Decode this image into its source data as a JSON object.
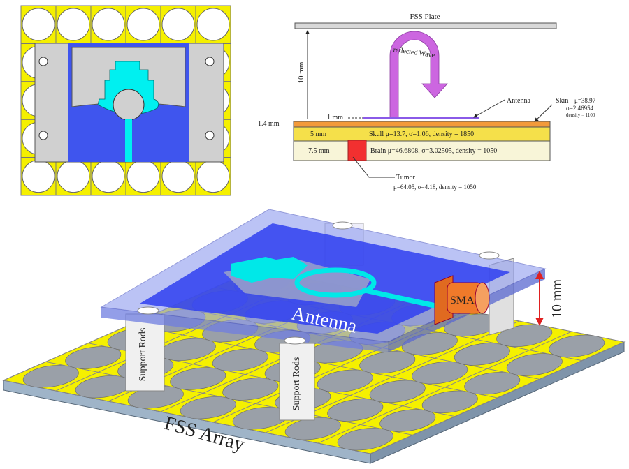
{
  "layer_diagram": {
    "fss_plate_label": "FSS Plate",
    "gap_label": "10 mm",
    "wave_label": "reflected Wave",
    "antenna_label": "Antenna",
    "antenna_gap_label": "1 mm",
    "skin_thickness_label": "1.4 mm",
    "skin_label": "Skin",
    "skin_mu": "μ=38.97",
    "skin_sigma": "σ=2.46954",
    "skin_density": "density = 1100",
    "skull_thickness_label": "5 mm",
    "skull_props": "Skull  μ=13.7,  σ=1.06, density = 1850",
    "brain_thickness_label": "7.5 mm",
    "brain_props": "Brain  μ=46.6808, σ=3.02505, density = 1050",
    "tumor_label": "Tumor",
    "tumor_props": "μ=64.05, σ=4.18, density = 1050"
  },
  "assembly": {
    "antenna_label": "Antenna",
    "sma_label": "SMA",
    "height_label": "10 mm",
    "rod_label_1": "Support Rods",
    "rod_label_2": "Support Rods",
    "array_label": "FSS Array"
  },
  "colors": {
    "fss_yellow": "#f5f000",
    "substrate_blue": "#3f55ee",
    "feed_cyan": "#00f0f0",
    "ground_gray": "#d0d0d0",
    "wave_purple": "#cc66e0",
    "skin": "#f39a3a",
    "skull": "#f5e04a",
    "brain": "#f8f5d8",
    "tumor": "#f23030",
    "sma_orange": "#f07a2a"
  }
}
